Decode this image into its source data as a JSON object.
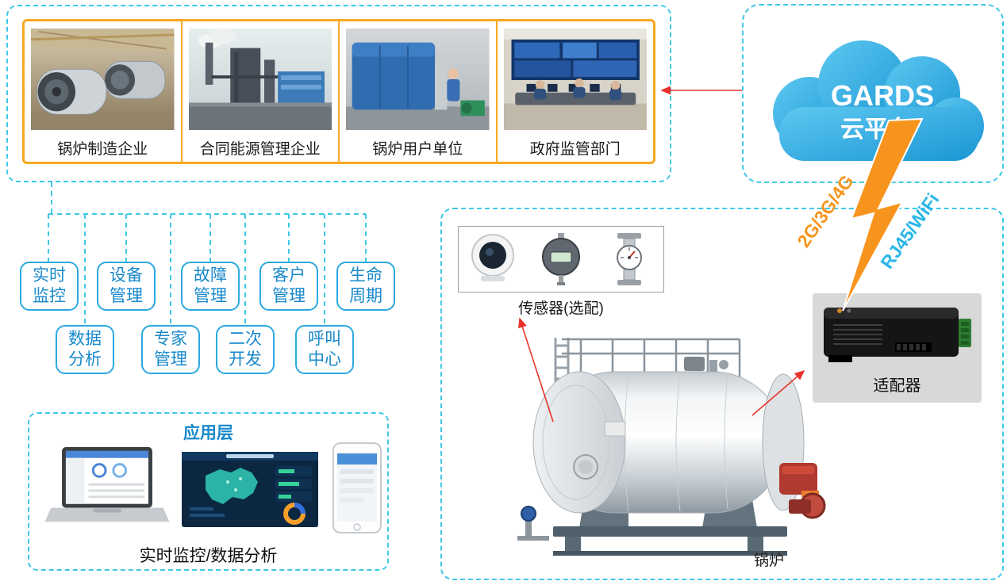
{
  "stakeholders": {
    "items": [
      {
        "label": "锅炉制造企业",
        "photo": "boiler-factory-photo"
      },
      {
        "label": "合同能源管理企业",
        "photo": "energy-plant-photo"
      },
      {
        "label": "锅炉用户单位",
        "photo": "boiler-user-site-photo"
      },
      {
        "label": "政府监管部门",
        "photo": "control-room-photo"
      }
    ]
  },
  "cloud": {
    "title": "GARDS",
    "subtitle": "云平台"
  },
  "features": [
    {
      "line1": "实时",
      "line2": "监控"
    },
    {
      "line1": "设备",
      "line2": "管理"
    },
    {
      "line1": "故障",
      "line2": "管理"
    },
    {
      "line1": "客户",
      "line2": "管理"
    },
    {
      "line1": "生命",
      "line2": "周期"
    },
    {
      "line1": "数据",
      "line2": "分析"
    },
    {
      "line1": "专家",
      "line2": "管理"
    },
    {
      "line1": "二次",
      "line2": "开发"
    },
    {
      "line1": "呼叫",
      "line2": "中心"
    }
  ],
  "application_layer": {
    "title": "应用层",
    "caption": "实时监控/数据分析"
  },
  "field_zone": {
    "sensors_label": "传感器(选配)",
    "boiler_label": "锅炉",
    "adapter_label": "适配器"
  },
  "connections": {
    "cellular_label": "2G/3G/4G",
    "wired_label": "RJ45/WiFi"
  },
  "icons": {
    "cloud_icon": "cloud",
    "lightning_icon": "lightning-bolt",
    "dome_camera_icon": "dome-camera",
    "dial_indicator_icon": "dial-indicator",
    "flow_meter_icon": "flow-meter",
    "boiler_icon": "industrial-boiler",
    "adapter_icon": "din-rail-adapter",
    "laptop_icon": "laptop-dashboard",
    "dashboard_icon": "map-dashboard",
    "phone_icon": "smartphone-app"
  },
  "colors": {
    "orange_border": "#F7A823",
    "cyan_dashed": "#3FC8E8",
    "pill_border": "#2BA9E0",
    "pill_text": "#1889CB",
    "arrow_red": "#E8332A",
    "bolt_orange": "#F7941D",
    "wired_text": "#29B6E8",
    "cloud_blue": "#1B96D4",
    "adapter_bg": "#D8D8D8"
  }
}
